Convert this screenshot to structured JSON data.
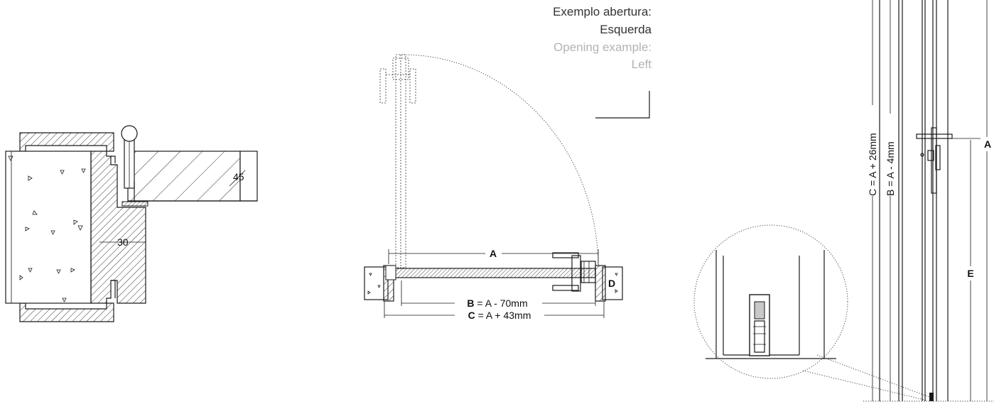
{
  "caption": {
    "pt_line1": "Exemplo abertura:",
    "pt_line2": "Esquerda",
    "en_line1": "Opening example:",
    "en_line2": "Left"
  },
  "section_detail": {
    "dim_thickness": "45",
    "dim_gap": "30"
  },
  "plan_view": {
    "label_a": "A",
    "label_b_letter": "B",
    "label_b_rest": " = A - 70mm",
    "label_c_letter": "C",
    "label_c_rest": " = A + 43mm",
    "label_d": "D"
  },
  "elevation": {
    "label_c": "C = A + 26mm",
    "label_b": "B = A - 4mm",
    "label_a": "A",
    "label_e": "E"
  }
}
